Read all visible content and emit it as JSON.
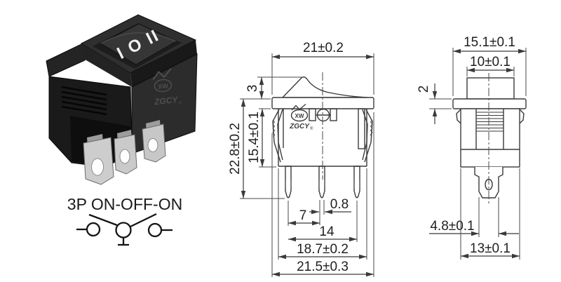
{
  "title_symbol": {
    "label": "3P ON-OFF-ON"
  },
  "switch_marking": {
    "label": "I O II"
  },
  "brand": {
    "logo_mark": "XW",
    "logo_text": "ZGCY",
    "registered": "®"
  },
  "front_view": {
    "dims": {
      "flange_width": "21±0.2",
      "rocker_height": "3",
      "body_depth": "15.4±0.1",
      "overall_height": "22.8±0.2",
      "terminal_thickness": "0.8",
      "terminal_pitch": "7",
      "terminal_span": "14",
      "body_width": "18.7±0.2",
      "overall_width": "21.5±0.3"
    }
  },
  "side_view": {
    "dims": {
      "flange_width": "15.1±0.1",
      "rocker_width": "10±0.1",
      "flange_thickness": "2",
      "terminal_width": "4.8±0.1",
      "body_width": "13±0.1"
    }
  },
  "colors": {
    "line": "#3a3a3a",
    "text": "#1f1f1f",
    "background": "#ffffff",
    "switch_body": "#2c2c2c",
    "terminal_metal": "#c9c9c9"
  }
}
